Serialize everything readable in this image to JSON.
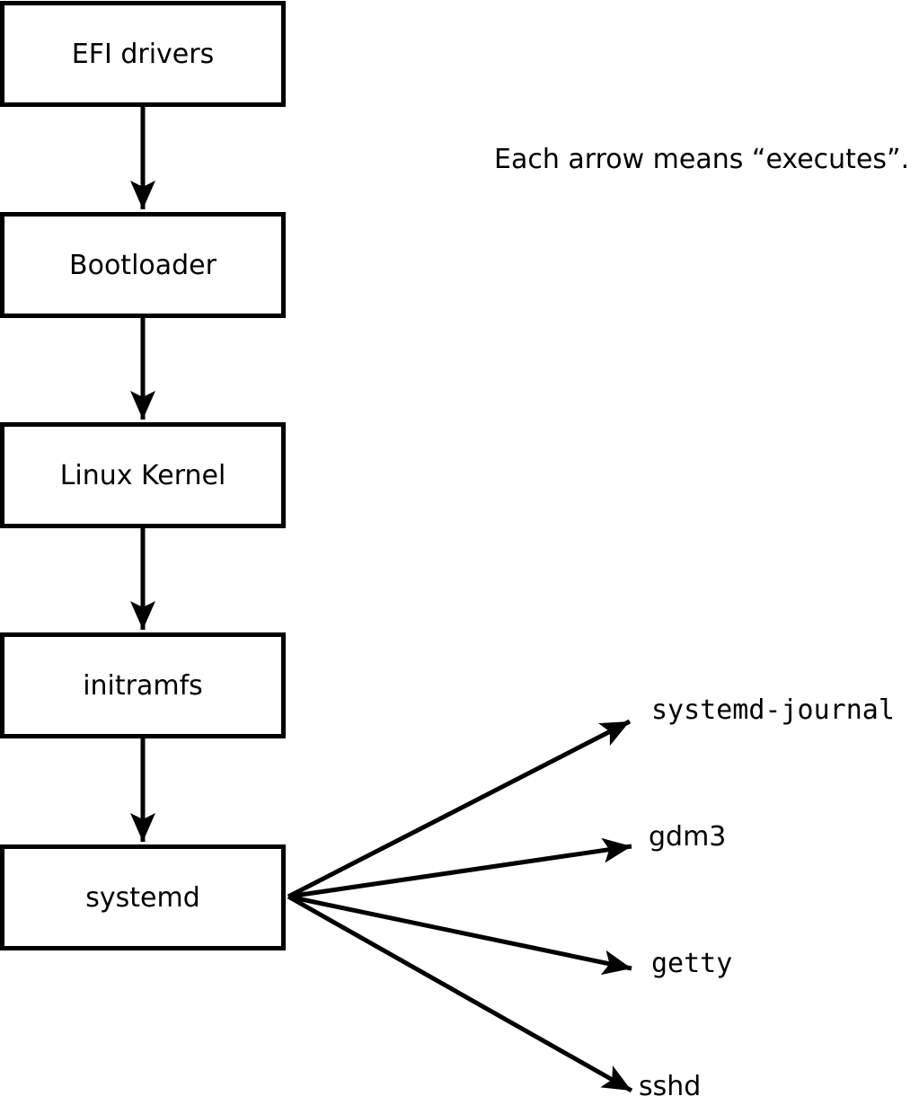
{
  "diagram": {
    "caption": "Each arrow means “executes”.",
    "nodes": [
      {
        "id": "efi-drivers",
        "label": "EFI drivers"
      },
      {
        "id": "bootloader",
        "label": "Bootloader"
      },
      {
        "id": "linux-kernel",
        "label": "Linux Kernel"
      },
      {
        "id": "initramfs",
        "label": "initramfs"
      },
      {
        "id": "systemd",
        "label": "systemd"
      }
    ],
    "spawned": [
      {
        "id": "systemd-journal",
        "label": "systemd-journal"
      },
      {
        "id": "gdm3",
        "label": "gdm3"
      },
      {
        "id": "getty",
        "label": "getty"
      },
      {
        "id": "sshd",
        "label": "sshd"
      }
    ],
    "colors": {
      "stroke": "#000000",
      "background": "#ffffff",
      "box_fill": "#ffffff",
      "text": "#000000"
    }
  }
}
